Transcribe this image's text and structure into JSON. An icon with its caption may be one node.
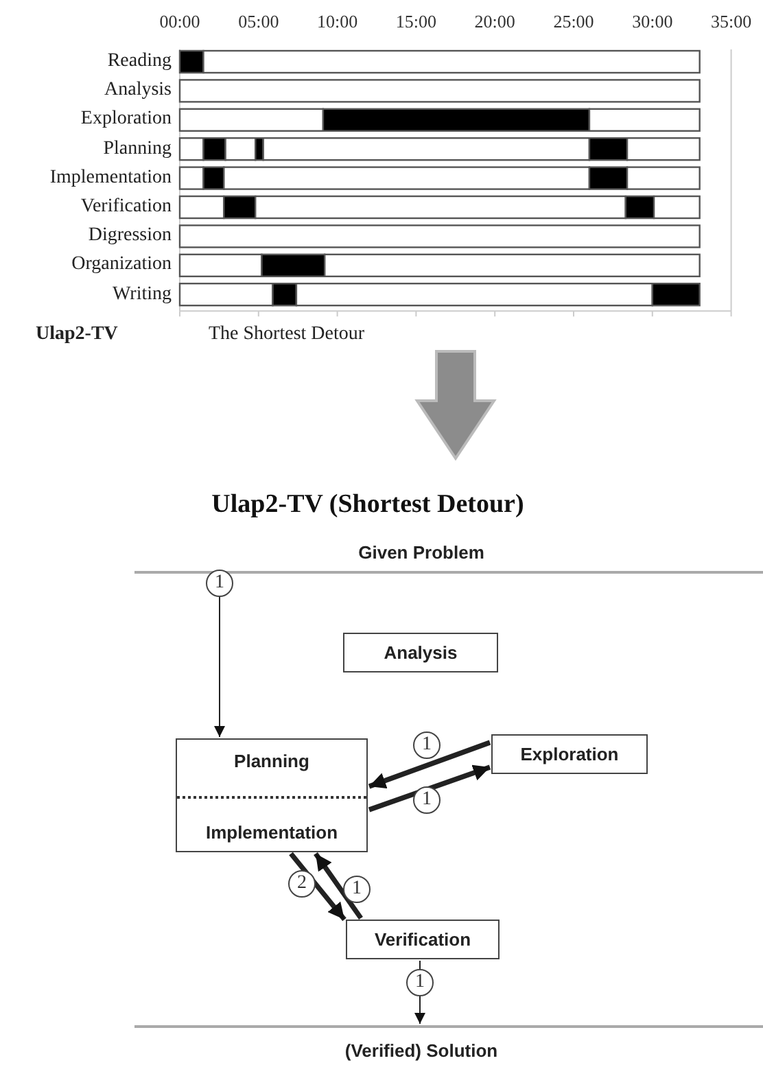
{
  "diagram": {
    "title": "Ulap2-TV (Shortest Detour)",
    "nodes": [
      {
        "text": [
          "Given Problem"
        ]
      },
      {
        "text": [
          "Analysis"
        ]
      },
      {
        "text": [
          "Planning",
          "Implementation"
        ]
      },
      {
        "text": [
          "Exploration"
        ]
      },
      {
        "text": [
          "Verification"
        ]
      },
      {
        "text": [
          "(Verified) Solution"
        ]
      }
    ],
    "edges": [
      {
        "from": 0,
        "to": 2,
        "arrow": "to",
        "label": "1"
      },
      {
        "from": 3,
        "to": 2,
        "arrow": "to",
        "label": "1"
      },
      {
        "from": 2,
        "to": 3,
        "arrow": "to",
        "label": "1"
      },
      {
        "from": 2,
        "to": 4,
        "arrow": "to",
        "label": "2"
      },
      {
        "from": 4,
        "to": 2,
        "arrow": "to",
        "label": "1"
      },
      {
        "from": 4,
        "to": 5,
        "arrow": "to",
        "label": "1"
      }
    ],
    "labels": [
      "Ulap2-TV",
      "The Shortest Detour"
    ],
    "chart_data": {
      "type": "bar",
      "orientation": "horizontal",
      "stacked": true,
      "categories": [
        "Reading",
        "Analysis",
        "Exploration",
        "Planning",
        "Implementation",
        "Verification",
        "Digression",
        "Organization",
        "Writing"
      ],
      "xlim": [
        0,
        35
      ],
      "xticks": [
        {
          "value": 0,
          "label": "00:00"
        },
        {
          "value": 5,
          "label": "05:00"
        },
        {
          "value": 10,
          "label": "10:00"
        },
        {
          "value": 15,
          "label": "15:00"
        },
        {
          "value": 20,
          "label": "20:00"
        },
        {
          "value": 25,
          "label": "25:00"
        },
        {
          "value": 30,
          "label": "30:00"
        },
        {
          "value": 35,
          "label": "35:00"
        }
      ],
      "series": [
        {
          "color": "#ffffff",
          "values": [
            0,
            33,
            9.1,
            1.5,
            1.5,
            2.8,
            33,
            5.2,
            5.9
          ]
        },
        {
          "color": "#000000",
          "values": [
            1.5,
            0,
            16.9,
            1.4,
            1.3,
            2.0,
            0,
            4.0,
            1.5
          ]
        },
        {
          "color": "#ffffff",
          "values": [
            31.5,
            0,
            7.0,
            1.9,
            23.2,
            23.5,
            0,
            23.8,
            22.6
          ]
        },
        {
          "color": "#000000",
          "values": [
            0,
            0,
            0,
            0.5,
            2.4,
            1.8,
            0,
            0,
            3.0
          ]
        },
        {
          "color": "#ffffff",
          "values": [
            0,
            0,
            0,
            20.7,
            4.6,
            2.9,
            0,
            0,
            0
          ]
        },
        {
          "color": "#000000",
          "values": [
            0,
            0,
            0,
            2.4,
            0,
            0,
            0,
            0,
            0
          ]
        },
        {
          "color": "#ffffff",
          "values": [
            0,
            0,
            0,
            4.6,
            0,
            0,
            0,
            0,
            0
          ]
        }
      ]
    }
  }
}
